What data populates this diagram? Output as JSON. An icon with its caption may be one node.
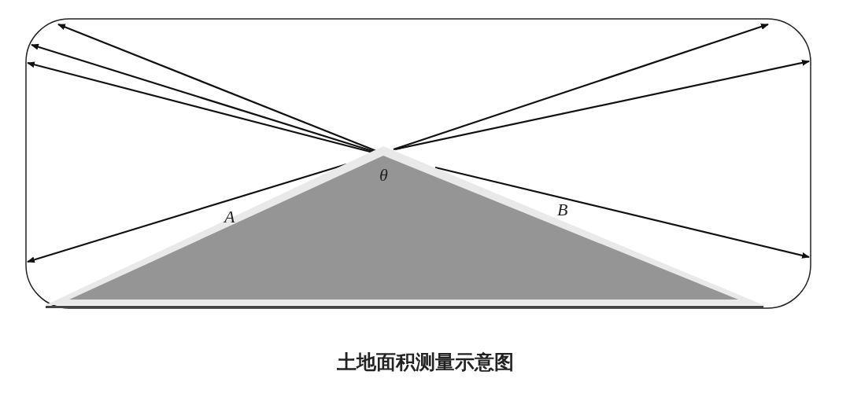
{
  "diagram": {
    "caption": "土地面积测量示意图",
    "nodes": [
      {
        "text": [
          "θ"
        ]
      }
    ],
    "labels": [
      "A",
      "B"
    ]
  }
}
